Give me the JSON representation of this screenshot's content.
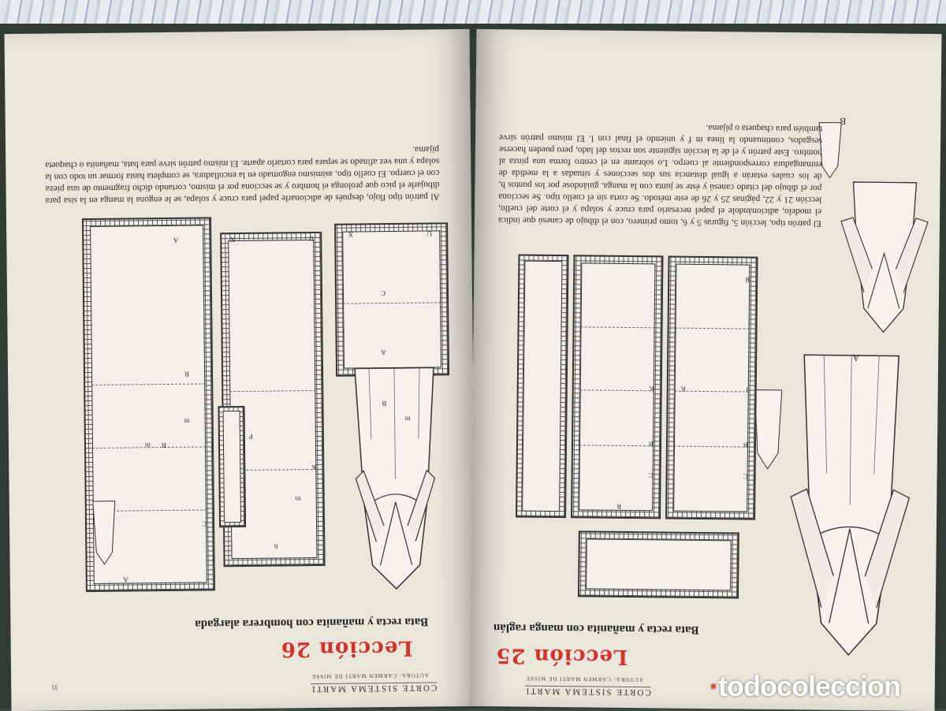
{
  "left_page": {
    "header": "CORTE SISTEMA MARTI",
    "author": "AUTORA: CARMEN MARTÍ DE MISSE",
    "page_number": "31",
    "lesson_title": "Lección 26",
    "subtitle": "Bata recta y mañanita con hombrera alargada",
    "body": "Al patrón tipo flojo, después de adicionarle papel para cruce y solapa, se le engona la manga en la sisa para dibujarle el pico que prolonga el hombro y se secciona por el mismo, cortando dicho fragmento de una pieza con el cuerpo. El cuello tipo, asimismo engomado en la encolladura, se completa hasta formar un todo con la solapa y una vez afinado se separa para cortarlo aparte. El mismo patrón sirve para bata, mañanita o chaqueta pijama.",
    "pattern_labels": [
      "A",
      "A",
      "B",
      "m",
      "R",
      "P",
      "U",
      "X",
      "K",
      "m",
      "h",
      "C",
      "U",
      "X",
      "B",
      "m",
      "m",
      "C",
      "A"
    ]
  },
  "right_page": {
    "header": "CORTE SISTEMA MARTI",
    "author": "AUTORA: CARMEN MARTÍ DE MISSE",
    "lesson_title": "Lección 25",
    "subtitle": "Bata recta y mañanita con manga raglán",
    "body": "El patrón tipo, lección 5, figuras 5 y 6, tomo primero, con el dibujo de canesú que indica el modelo, adicionándole el papel necesario para cruce y solapa y el corte del cuello, lección 21 y 22, páginas 25 y 26 de este método. Se corta sin el cuello tipo. Se secciona por el dibujo del citado canesú y éste se junta con la manga, guiándose por los puntos h, de los cuales estarán a igual distancia sus dos secciones y situadas a la medida de enmangadura correspondiente al cuerpo. Lo sobrante en el centro forma una pinza al hombro. Este patrón y el de la lección siguiente son rectos del lado, pero pueden hacerse sesgados, continuando la línea m f y uniendo el final con l. El mismo patrón sirve también para chaqueta o pijama.",
    "figure_labels": [
      "A",
      "B"
    ],
    "pattern_labels": [
      "R",
      "K",
      "B",
      "C",
      "J",
      "K",
      "B",
      "C",
      "R"
    ]
  },
  "watermark": {
    "text_main": "todocoleccion",
    "dot": "·"
  }
}
